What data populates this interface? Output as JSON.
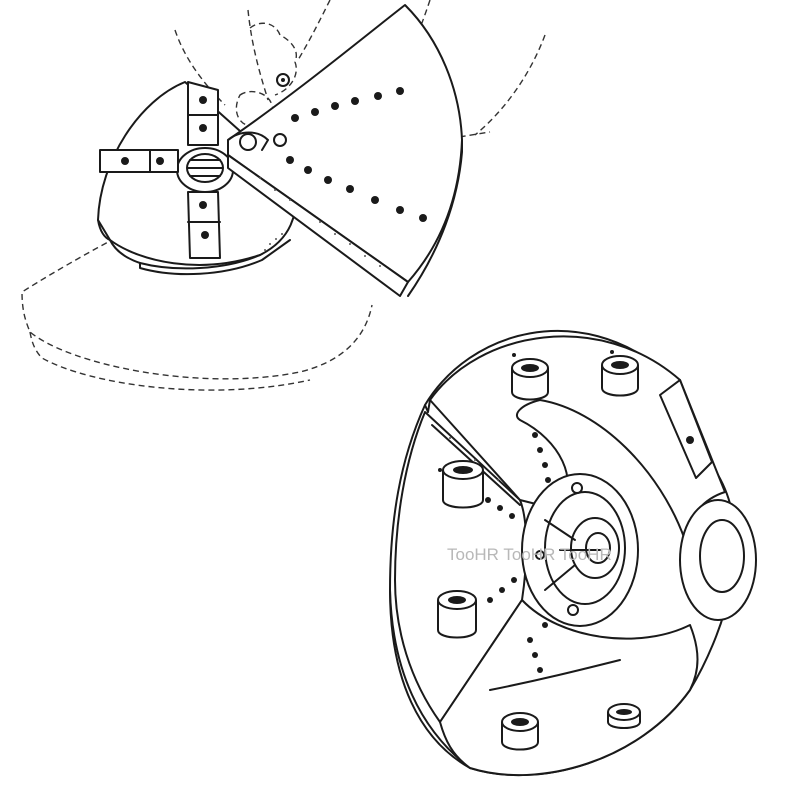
{
  "watermark": {
    "text": "TooHR TooHR TooHR"
  },
  "colors": {
    "line": "#1a1a1a",
    "background": "#ffffff",
    "watermark": "#b8b8b8"
  },
  "figures": [
    {
      "name": "upper-figure",
      "subject": "four-jaw chuck with segmented faceplate jaws, hands dashed"
    },
    {
      "name": "lower-figure",
      "subject": "chuck fitted with three large segmented jaw plates"
    }
  ]
}
